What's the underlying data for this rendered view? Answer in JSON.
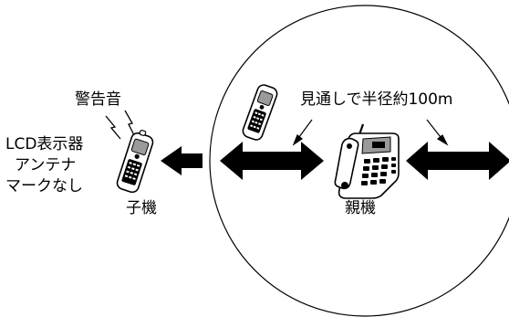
{
  "labels": {
    "warning_sound": "警告音",
    "lcd_line1": "LCD表示器",
    "lcd_line2": "アンテナ",
    "lcd_line3": "マークなし",
    "child_unit": "子機",
    "parent_unit": "親機",
    "range": "見通しで半径約100m"
  },
  "colors": {
    "ink": "#000000",
    "background": "#ffffff",
    "shade": "#9a9a9a"
  },
  "icons": {
    "handset": "cordless-handset-icon",
    "base": "desk-telephone-base-icon",
    "arrow": "double-headed-arrow"
  }
}
